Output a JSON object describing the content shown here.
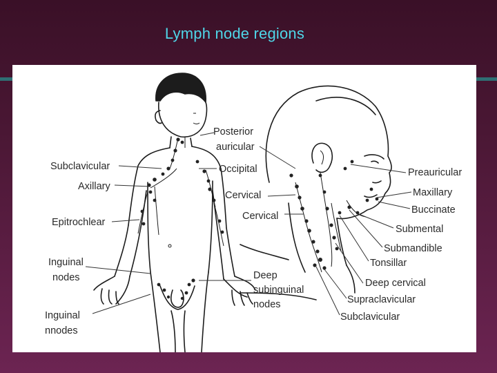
{
  "slide": {
    "title": "Lymph node regions"
  },
  "labels": {
    "posterior": "Posterior",
    "auricular": "auricular",
    "occipital": "Occipital",
    "cervical_1": "Cervical",
    "cervical_2": "Cervical",
    "subclavicular_left": "Subclavicular",
    "axillary": "Axillary",
    "epitrochlear": "Epitrochlear",
    "inguinal_1": "Inguinal",
    "nodes_1": "nodes",
    "inguinal_2": "Inguinal",
    "nodes_2": "nnodes",
    "deep": "Deep",
    "subinguinal": "subinguinal",
    "nodes_3": "nodes",
    "preauricular": "Preauricular",
    "maxillary": "Maxillary",
    "buccinate": "Buccinate",
    "submental": "Submental",
    "submandible": "Submandible",
    "tonsillar": "Tonsillar",
    "deep_cervical": "Deep cervical",
    "supraclavicular": "Supraclavicular",
    "subclavicular_right": "Subclavicular"
  },
  "colors": {
    "title": "#4fd6e8",
    "background_top": "#3a1027",
    "background_bottom": "#6c2452",
    "accent_bar": "#2f6f73",
    "panel": "#ffffff"
  }
}
